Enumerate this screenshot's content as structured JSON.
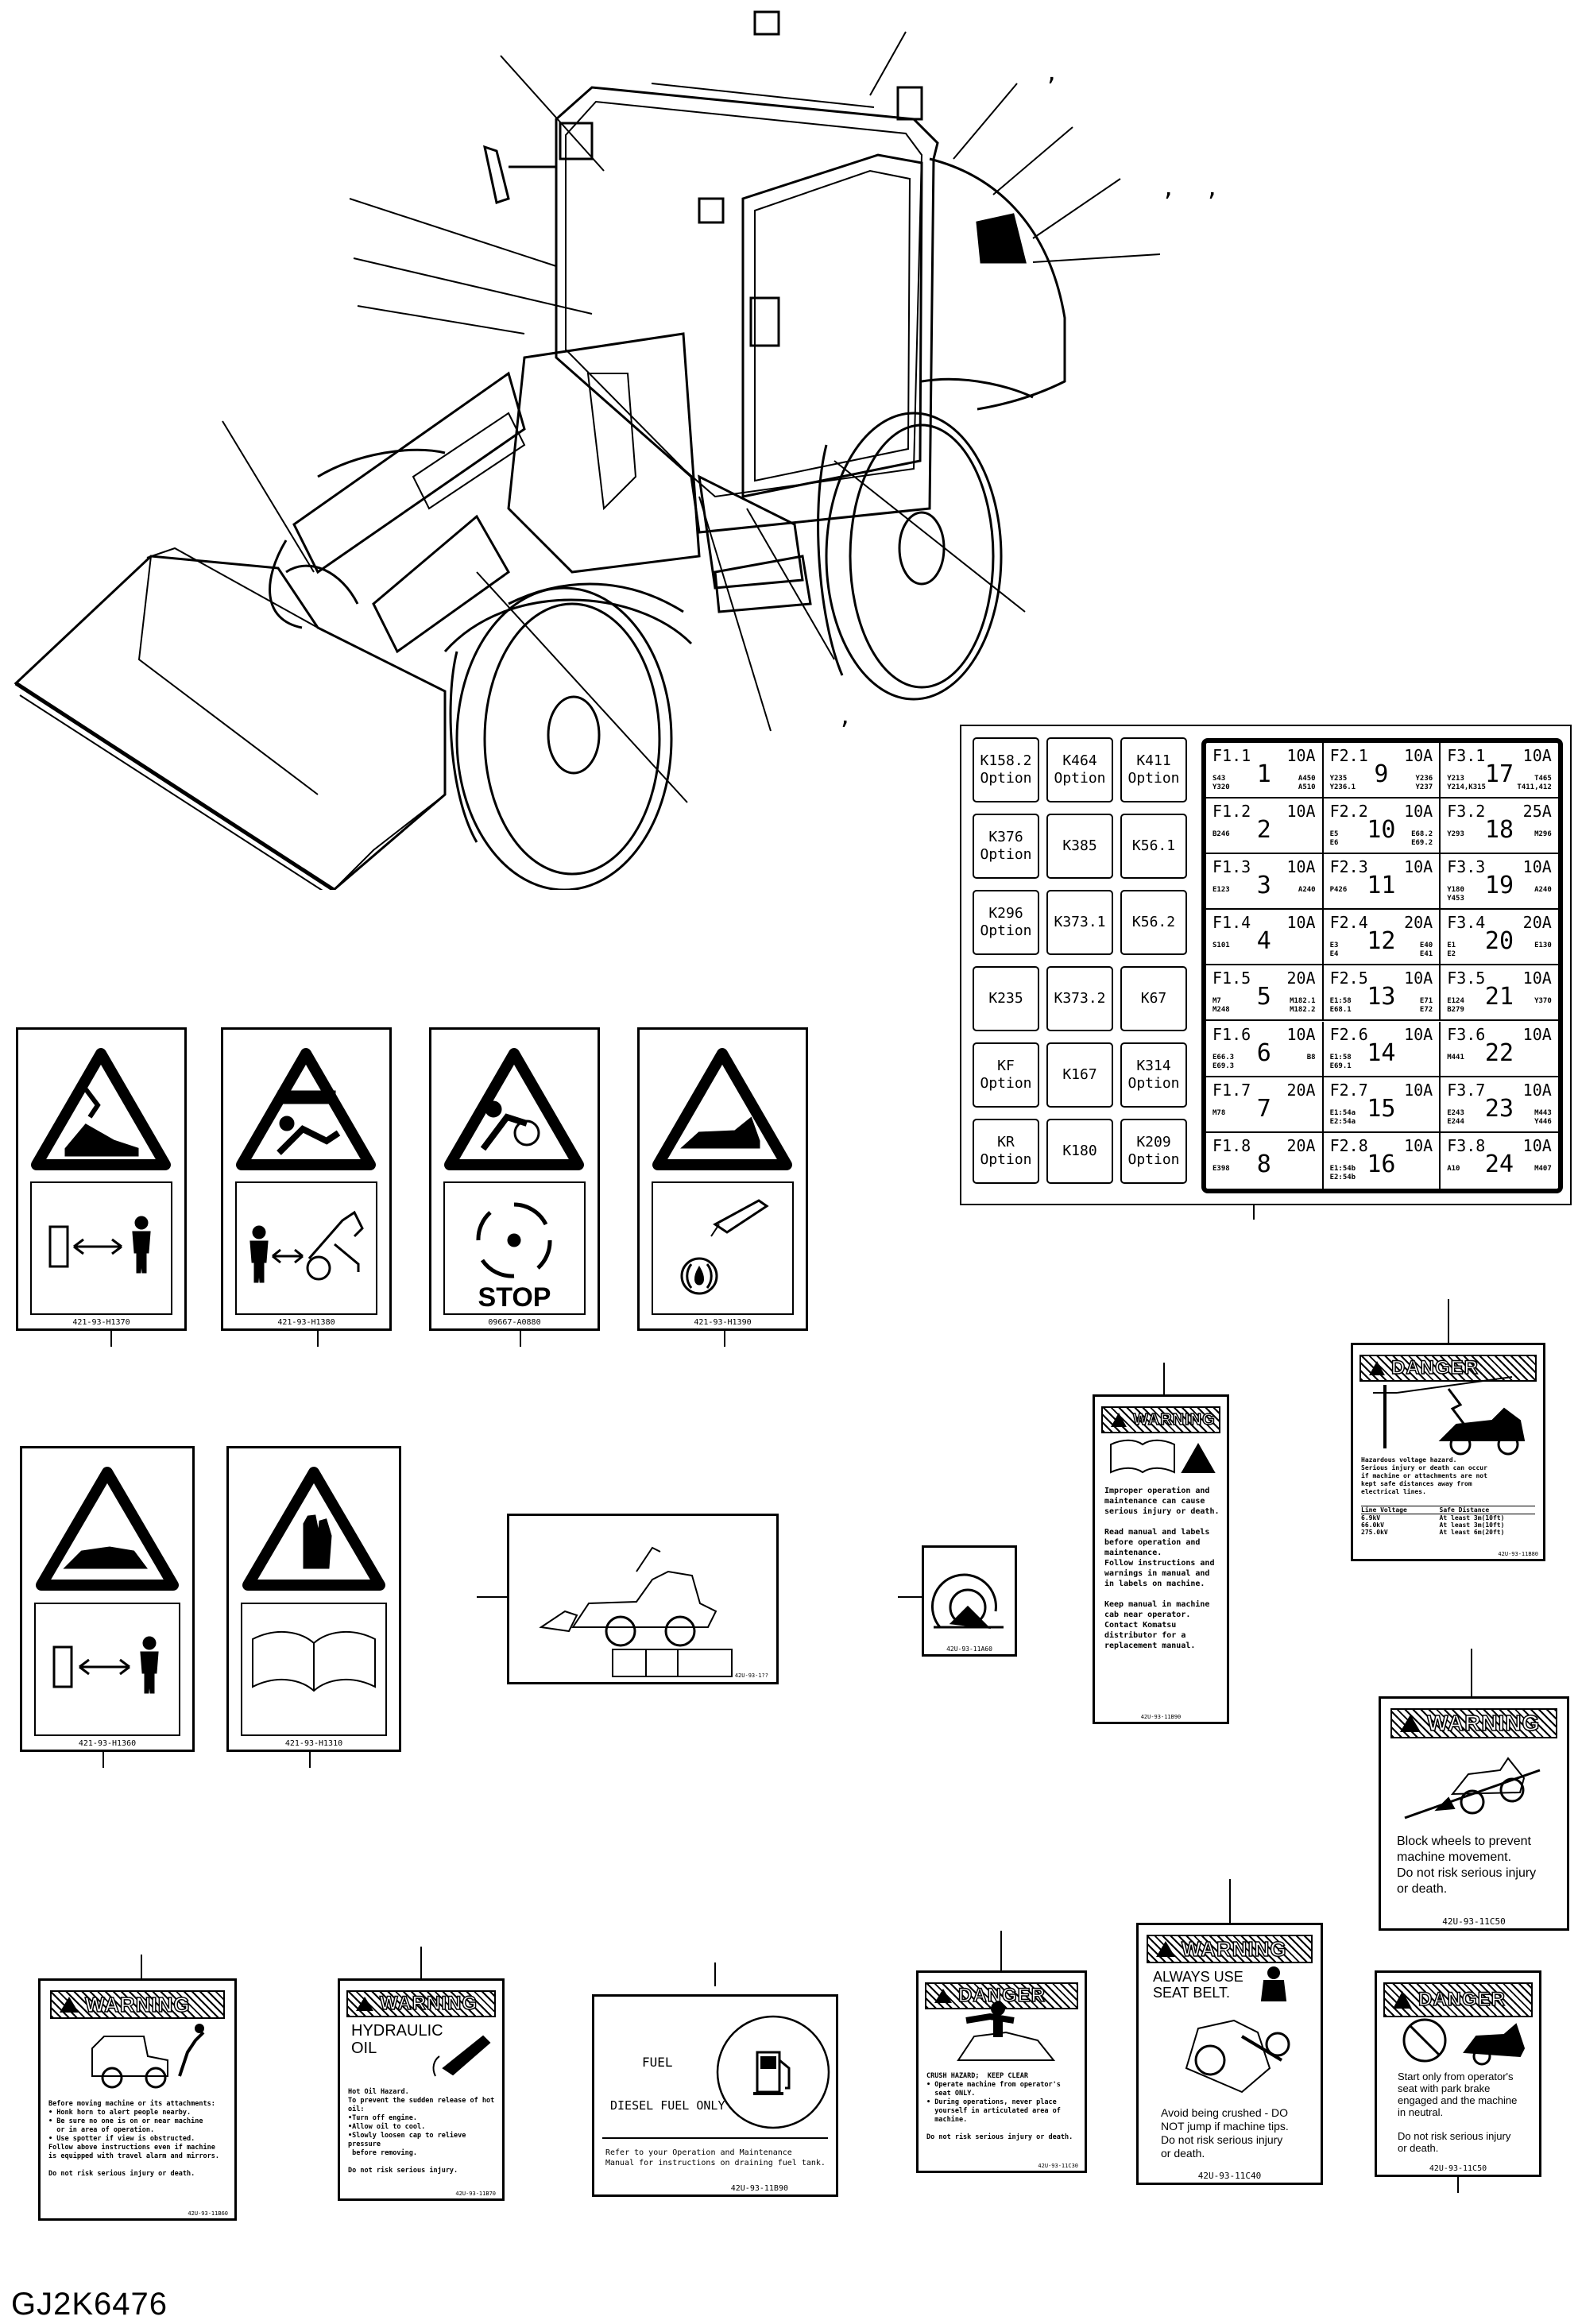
{
  "drawing_id": "GJ2K6476",
  "comma_marks": [
    ",",
    ",",
    ",",
    ","
  ],
  "pictograms": [
    {
      "code": "421-93-H1370"
    },
    {
      "code": "421-93-H1380"
    },
    {
      "code": "09667-A0880",
      "text": "STOP"
    },
    {
      "code": "421-93-H1390"
    },
    {
      "code": "421-93-H1360"
    },
    {
      "code": "421-93-H1310"
    }
  ],
  "small_labels": {
    "hydraulic_code": "42U-93-1??",
    "wheel_code": "42U-93-11A60"
  },
  "fuse_panel": {
    "relays": [
      [
        "K158.2\nOption",
        "K464\nOption",
        "K411\nOption"
      ],
      [
        "K376\nOption",
        "K385",
        "K56.1"
      ],
      [
        "K296\nOption",
        "K373.1",
        "K56.2"
      ],
      [
        "K235",
        "K373.2",
        "K67"
      ],
      [
        "KF\nOption",
        "K167",
        "K314\nOption"
      ],
      [
        "KR\nOption",
        "K180",
        "K209\nOption"
      ]
    ],
    "fuses": [
      [
        {
          "id": "F1.1",
          "amp": "10A",
          "num": "1",
          "left": "S43\nY320",
          "right": "A450\nA510"
        },
        {
          "id": "F1.2",
          "amp": "10A",
          "num": "2",
          "left": "B246",
          "right": ""
        },
        {
          "id": "F1.3",
          "amp": "10A",
          "num": "3",
          "left": "E123",
          "right": "A240"
        },
        {
          "id": "F1.4",
          "amp": "10A",
          "num": "4",
          "left": "S101",
          "right": ""
        },
        {
          "id": "F1.5",
          "amp": "20A",
          "num": "5",
          "left": "M7\nM248",
          "right": "M182.1\nM182.2"
        },
        {
          "id": "F1.6",
          "amp": "10A",
          "num": "6",
          "left": "E66.3\nE69.3",
          "right": "B8"
        },
        {
          "id": "F1.7",
          "amp": "20A",
          "num": "7",
          "left": "M78",
          "right": ""
        },
        {
          "id": "F1.8",
          "amp": "20A",
          "num": "8",
          "left": "E398",
          "right": ""
        }
      ],
      [
        {
          "id": "F2.1",
          "amp": "10A",
          "num": "9",
          "left": "Y235\nY236.1",
          "right": "Y236\nY237"
        },
        {
          "id": "F2.2",
          "amp": "10A",
          "num": "10",
          "left": "E5\nE6",
          "right": "E68.2\nE69.2"
        },
        {
          "id": "F2.3",
          "amp": "10A",
          "num": "11",
          "left": "P426",
          "right": ""
        },
        {
          "id": "F2.4",
          "amp": "20A",
          "num": "12",
          "left": "E3\nE4",
          "right": "E40\nE41"
        },
        {
          "id": "F2.5",
          "amp": "10A",
          "num": "13",
          "left": "E1:58\nE68.1",
          "right": "E71\nE72"
        },
        {
          "id": "F2.6",
          "amp": "10A",
          "num": "14",
          "left": "E1:58\nE69.1",
          "right": ""
        },
        {
          "id": "F2.7",
          "amp": "10A",
          "num": "15",
          "left": "E1:54a\nE2:54a",
          "right": ""
        },
        {
          "id": "F2.8",
          "amp": "10A",
          "num": "16",
          "left": "E1:54b\nE2:54b",
          "right": ""
        }
      ],
      [
        {
          "id": "F3.1",
          "amp": "10A",
          "num": "17",
          "left": "Y213\nY214,K315",
          "right": "T465\nT411,412"
        },
        {
          "id": "F3.2",
          "amp": "25A",
          "num": "18",
          "left": "Y293",
          "right": "M296"
        },
        {
          "id": "F3.3",
          "amp": "10A",
          "num": "19",
          "left": "Y180\nY453",
          "right": "A240"
        },
        {
          "id": "F3.4",
          "amp": "20A",
          "num": "20",
          "left": "E1\nE2",
          "right": "E130"
        },
        {
          "id": "F3.5",
          "amp": "10A",
          "num": "21",
          "left": "E124\nB279",
          "right": "Y370"
        },
        {
          "id": "F3.6",
          "amp": "10A",
          "num": "22",
          "left": "M441",
          "right": ""
        },
        {
          "id": "F3.7",
          "amp": "10A",
          "num": "23",
          "left": "E243\nE244",
          "right": "M443\nY446"
        },
        {
          "id": "F3.8",
          "amp": "10A",
          "num": "24",
          "left": "A10",
          "right": "M407"
        }
      ]
    ]
  },
  "decals": {
    "manual_warning": {
      "header": "WARNING",
      "text": "Improper operation and\nmaintenance can cause\nserious injury or death.\n\nRead manual and labels\nbefore operation and\nmaintenance.\nFollow instructions and\nwarnings in manual and\nin labels on machine.\n\nKeep manual in machine\ncab near operator.\nContact Komatsu\ndistributor for a\nreplacement manual.",
      "code": "42U-93-11B90"
    },
    "power_danger": {
      "header": "DANGER",
      "text": "Hazardous voltage hazard.\nSerious injury or death can occur\nif machine or attachments are not\nkept safe distances away from\nelectrical lines.",
      "col1": "Line Voltage",
      "col2": "Safe Distance",
      "rows": [
        [
          "6.9kV",
          "At least 3m(10ft)"
        ],
        [
          "66.0kV",
          "At least 3m(10ft)"
        ],
        [
          "275.0kV",
          "At least 6m(20ft)"
        ]
      ],
      "code": "42U-93-11B80"
    },
    "block_wheels": {
      "header": "WARNING",
      "text": "Block wheels to prevent\nmachine movement.\nDo not risk serious injury\nor death.",
      "code": "42U-93-11C50"
    },
    "attachments_warning": {
      "header": "WARNING",
      "text": "Before moving machine or its attachments:\n• Honk horn to alert people nearby.\n• Be sure no one is on or near machine\n  or in area of operation.\n• Use spotter if view is obstructed.\nFollow above instructions even if machine\nis equipped with travel alarm and mirrors.\n\nDo not risk serious injury or death.",
      "code": "42U-93-11B60"
    },
    "hydraulic_oil": {
      "header": "WARNING",
      "title": "HYDRAULIC\nOIL",
      "text": "Hot Oil Hazard.\nTo prevent the sudden release of hot oil:\n•Turn off engine.\n•Allow oil to cool.\n•Slowly loosen cap to relieve pressure\n before removing.\n\nDo not risk serious injury.",
      "code": "42U-93-11B70"
    },
    "fuel": {
      "fuel": "FUEL",
      "diesel": "DIESEL FUEL ONLY",
      "text": "Refer to your Operation and Maintenance\nManual for instructions on draining fuel tank.",
      "code": "42U-93-11B90"
    },
    "crush_danger": {
      "header": "DANGER",
      "text": "CRUSH HAZARD;  KEEP CLEAR\n• Operate machine from operator's\n  seat ONLY.\n• During operations, never place\n  yourself in articulated area of\n  machine.\n\nDo not risk serious injury or death.",
      "code": "42U-93-11C30"
    },
    "seat_belt": {
      "header": "WARNING",
      "title": "ALWAYS USE\nSEAT BELT.",
      "text": "Avoid being crushed - DO\nNOT jump if machine tips.\nDo not risk serious injury\nor death.",
      "code": "42U-93-11C40"
    },
    "start_danger": {
      "header": "DANGER",
      "text": "Start only from operator's\nseat with park brake\nengaged and the machine\nin neutral.\n\nDo not risk serious injury\nor death.",
      "code": "42U-93-11C50"
    }
  }
}
